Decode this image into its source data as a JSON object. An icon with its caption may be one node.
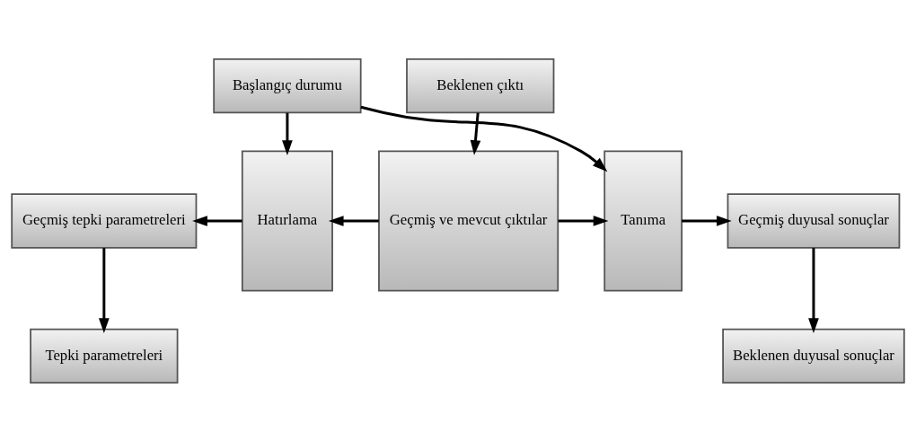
{
  "diagram": {
    "nodes": [
      {
        "text": [
          "Başlangıç durumu"
        ]
      },
      {
        "text": [
          "Beklenen çıktı"
        ]
      },
      {
        "text": [
          "Hatırlama"
        ]
      },
      {
        "text": [
          "Geçmiş ve mevcut çıktılar"
        ]
      },
      {
        "text": [
          "Tanıma"
        ]
      },
      {
        "text": [
          "Geçmiş tepki parametreleri"
        ]
      },
      {
        "text": [
          "Geçmiş duyusal sonuçlar"
        ]
      },
      {
        "text": [
          "Tepki parametreleri"
        ]
      },
      {
        "text": [
          "Beklenen duyusal sonuçlar"
        ]
      }
    ],
    "edges": [
      {
        "from": 0,
        "to": 2,
        "arrow": "to"
      },
      {
        "from": 0,
        "to": 4,
        "arrow": "to"
      },
      {
        "from": 1,
        "to": 3,
        "arrow": "to"
      },
      {
        "from": 3,
        "to": 2,
        "arrow": "to"
      },
      {
        "from": 3,
        "to": 4,
        "arrow": "to"
      },
      {
        "from": 2,
        "to": 5,
        "arrow": "to"
      },
      {
        "from": 4,
        "to": 6,
        "arrow": "to"
      },
      {
        "from": 5,
        "to": 7,
        "arrow": "to"
      },
      {
        "from": 6,
        "to": 8,
        "arrow": "to"
      }
    ]
  }
}
